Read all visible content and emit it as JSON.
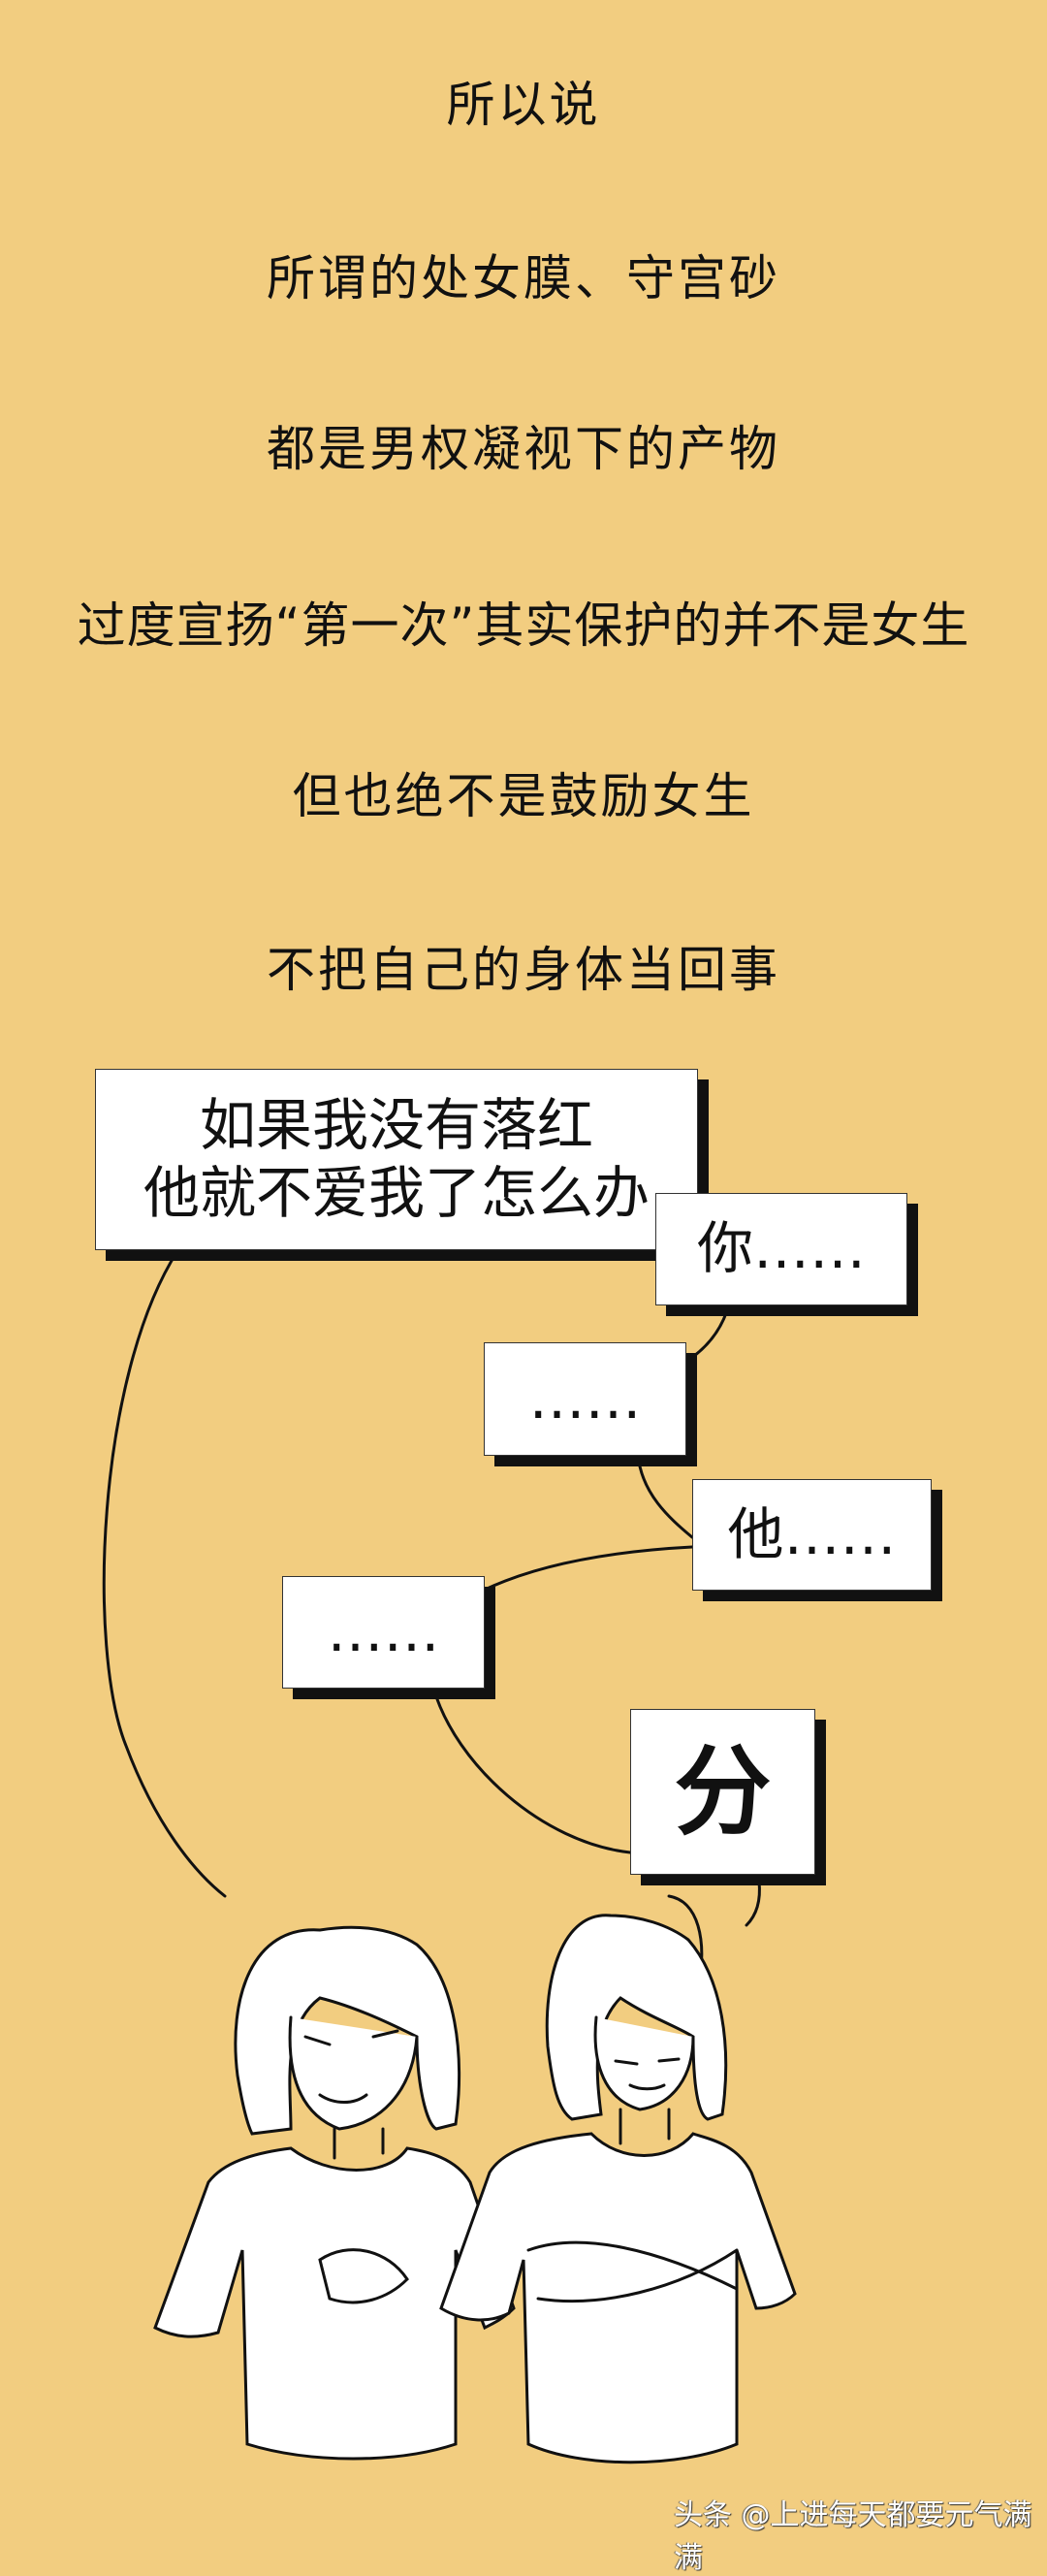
{
  "text_lines": [
    "所以说",
    "所谓的处女膜、守宫砂",
    "都是男权凝视下的产物",
    "过度宣扬“第一次”其实保护的并不是女生",
    "但也绝不是鼓励女生",
    "不把自己的身体当回事"
  ],
  "comic": {
    "bubble_1_line_1": "如果我没有落红",
    "bubble_1_line_2": "他就不爱我了怎么办",
    "bubble_2": "你……",
    "bubble_3": "……",
    "bubble_4": "他……",
    "bubble_5": "……",
    "bubble_6": "分"
  },
  "watermark": "头条 @上进每天都要元气满满",
  "colors": {
    "background": "#f2cd80",
    "ink": "#111111"
  }
}
